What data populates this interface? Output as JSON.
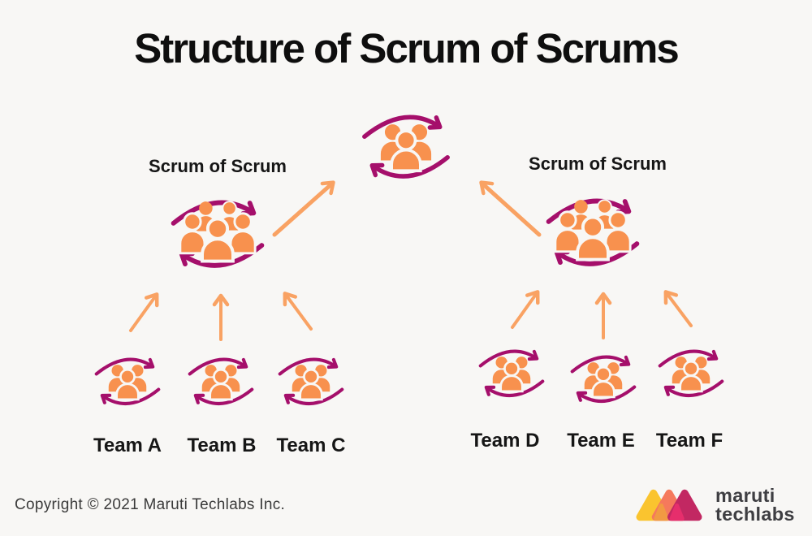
{
  "title": "Structure of Scrum of Scrums",
  "nodes": {
    "central": {
      "icon": "people-group-cycle-icon"
    },
    "left_scrum": {
      "label": "Scrum of Scrum",
      "icon": "people-group-cycle-icon"
    },
    "right_scrum": {
      "label": "Scrum of Scrum",
      "icon": "people-group-cycle-icon"
    }
  },
  "teams": [
    {
      "label": "Team A"
    },
    {
      "label": "Team B"
    },
    {
      "label": "Team C"
    },
    {
      "label": "Team D"
    },
    {
      "label": "Team E"
    },
    {
      "label": "Team F"
    }
  ],
  "footer": {
    "copyright": "Copyright © 2021 Maruti Techlabs Inc.",
    "logo": {
      "line1": "maruti",
      "line2": "techlabs"
    }
  },
  "colors": {
    "background": "#F8F7F5",
    "people_orange": "#F8914E",
    "arrow_orange": "#F9A263",
    "cycle_magenta": "#A50F6B",
    "text_dark": "#161616",
    "copyright_text": "#3a3a3a",
    "logo_yellow": "#FAC42F",
    "logo_coral": "#F5795C",
    "logo_raspberry": "#C22862",
    "logo_orange_overlap": "#F19A43",
    "logo_pink_overlap": "#E62E6C",
    "logo_text": "#3E3E42"
  }
}
